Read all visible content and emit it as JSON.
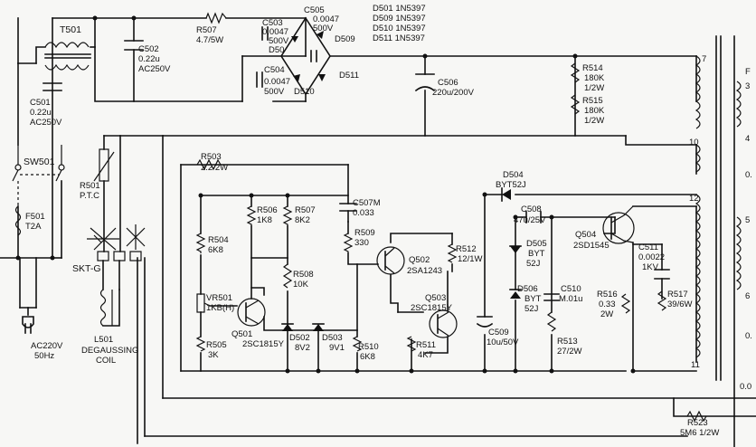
{
  "labels": {
    "t501": "T501",
    "c502": [
      "C502",
      "0.22u",
      "AC250V"
    ],
    "r507": [
      "R507",
      "4.7/5W"
    ],
    "c503": [
      "C503",
      "0.0047",
      "500V",
      "D50"
    ],
    "c505": [
      "C505",
      "0.0047",
      "500V"
    ],
    "d509": "D509",
    "c504": [
      "C504",
      "0.0047",
      "500V",
      "D510"
    ],
    "d511": "D511",
    "diode_list": [
      "D501  1N5397",
      "D509  1N5397",
      "D510  1N5397",
      "D511  1N5397"
    ],
    "c506": "C506",
    "c506_val": "220u/200V",
    "c501": [
      "C501",
      "0.22u",
      "AC250V"
    ],
    "sw501": "SW501",
    "f501": [
      "F501",
      "T2A"
    ],
    "r501": [
      "R501",
      "P.T.C"
    ],
    "skt": "SKT-G",
    "plug": [
      "AC220V",
      "50Hz"
    ],
    "l501": [
      "L501",
      "DEGAUSSING",
      "COIL"
    ],
    "r503": [
      "R503",
      "2.2 2W"
    ],
    "r506": [
      "R506",
      "1K8"
    ],
    "r507b": [
      "R507",
      "8K2"
    ],
    "c507": [
      "C507M",
      "0.033"
    ],
    "r509": [
      "R509",
      "330"
    ],
    "r504": [
      "R504",
      "6K8"
    ],
    "r508": [
      "R508",
      "10K"
    ],
    "vr501": [
      "VR501",
      "1KB(H)"
    ],
    "q501": [
      "Q501",
      "2SC1815Y"
    ],
    "d502": [
      "D502",
      "8V2"
    ],
    "d503": [
      "D503",
      "9V1"
    ],
    "r505": [
      "R505",
      "3K"
    ],
    "r510": [
      "R510",
      "6K8"
    ],
    "q502": [
      "Q502",
      "2SA1243"
    ],
    "r512": [
      "R512",
      "12/1W"
    ],
    "q503": [
      "Q503",
      "2SC1815Y"
    ],
    "r511": [
      "R511",
      "4K7"
    ],
    "c509": [
      "C509",
      "10u/50V"
    ],
    "d504": [
      "D504",
      "BYT52J"
    ],
    "c508": [
      "C508",
      "47u/25V"
    ],
    "d505": [
      "D505",
      "BYT",
      "52J"
    ],
    "d506": [
      "D506",
      "BYT",
      "52J"
    ],
    "c510": [
      "C510",
      "M.01u"
    ],
    "r513": [
      "R513",
      "27/2W"
    ],
    "q504": [
      "Q504",
      "2SD1545"
    ],
    "r514": [
      "R514",
      "180K",
      "1/2W"
    ],
    "r515": [
      "R515",
      "180K",
      "1/2W"
    ],
    "c511": [
      "C511",
      "0.0022",
      "1KV"
    ],
    "r516": [
      "R516",
      "0.33",
      "2W"
    ],
    "r517": [
      "R517",
      "39/6W"
    ],
    "r523": [
      "R523",
      "5M6  1/2W"
    ],
    "pins": [
      "7",
      "10",
      "12",
      "11"
    ],
    "right_edge": [
      "F",
      "3",
      "4",
      "0.",
      "5",
      "6",
      "0.",
      "0.0"
    ]
  }
}
